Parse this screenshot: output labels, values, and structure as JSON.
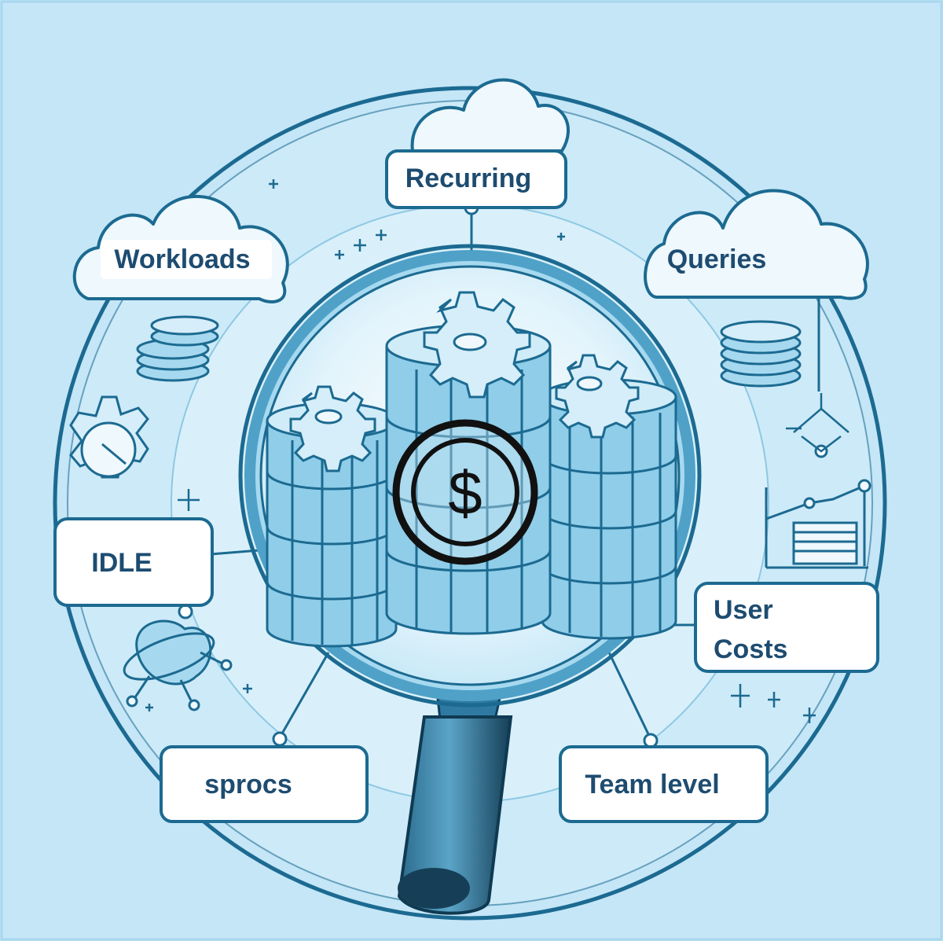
{
  "colors": {
    "background": "#c4e6f7",
    "line": "#1c6a91",
    "text": "#1e4c70",
    "fill_light": "#e6f5fc",
    "fill_mid": "#8fcde9",
    "dollar": "#111111",
    "handle": "#1d4d68"
  },
  "labels": {
    "recurring": "Recurring",
    "workloads": "Workloads",
    "queries": "Queries",
    "idle": "IDLE",
    "user_costs_line1": "User",
    "user_costs_line2": "Costs",
    "sprocs": "sprocs",
    "team_level": "Team level"
  },
  "icons": [
    "cloud-icon",
    "gear-icon",
    "database-icon",
    "coin-stack-icon",
    "dollar-icon",
    "magnifying-glass-icon",
    "bar-chart-icon",
    "network-icon",
    "sparkle-icon"
  ]
}
